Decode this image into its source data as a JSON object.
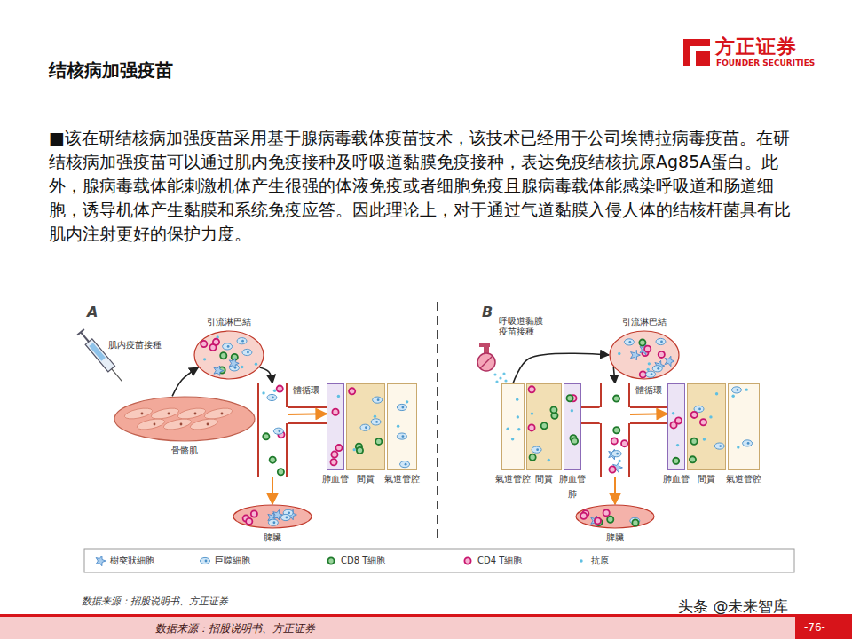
{
  "diagram": {
    "title": "结核病加强疫苗",
    "nodes": [
      {
        "text": [
          "引流淋巴結"
        ]
      },
      {
        "text": [
          "骨骼肌"
        ]
      },
      {
        "text": [
          "體循環"
        ]
      },
      {
        "text": [
          "肺血管"
        ]
      },
      {
        "text": [
          "間質"
        ]
      },
      {
        "text": [
          "氣道管腔"
        ]
      },
      {
        "text": [
          "脾臟"
        ]
      },
      {
        "text": [
          "引流淋巴結"
        ]
      },
      {
        "text": [
          "氣道管腔"
        ]
      },
      {
        "text": [
          "間質"
        ]
      },
      {
        "text": [
          "肺血管"
        ]
      },
      {
        "text": [
          "體循環"
        ]
      },
      {
        "text": [
          "肺血管"
        ]
      },
      {
        "text": [
          "間質"
        ]
      },
      {
        "text": [
          "氣道管腔"
        ]
      },
      {
        "text": [
          "脾臟"
        ]
      }
    ],
    "edges": [
      {
        "from": 1,
        "to": 0,
        "arrow": "to"
      },
      {
        "from": 0,
        "to": 2,
        "arrow": "to"
      },
      {
        "from": 2,
        "to": 3,
        "arrow": "to"
      },
      {
        "from": 2,
        "to": 6,
        "arrow": "to"
      },
      {
        "from": 8,
        "to": 7,
        "arrow": "to"
      },
      {
        "from": 7,
        "to": 11,
        "arrow": "to"
      },
      {
        "from": 11,
        "to": 12,
        "arrow": "to"
      },
      {
        "from": 11,
        "to": 15,
        "arrow": "to"
      }
    ],
    "labels": [
      "方正证券",
      "FOUNDER SECURITIES",
      "■该在研结核病加强疫苗采用基于腺病毒载体疫苗技术，该技术已经用于公司埃博拉病毒疫苗。在研结核病加强疫苗可以通过肌内免疫接种及呼吸道黏膜免疫接种，表达免疫结核抗原Ag85A蛋白。此外，腺病毒载体能刺激机体产生很强的体液免疫或者细胞免疫且腺病毒载体能感染呼吸道和肠道细胞，诱导机体产生黏膜和系统免疫应答。因此理论上，对于通过气道黏膜入侵人体的结核杆菌具有比肌内注射更好的保护力度。",
      "A",
      "肌内疫苗接種",
      "B",
      "呼吸道黏膜疫苗接種",
      "肺",
      "数据来源：招股说明书、方正证券",
      "数据来源：招股说明书、方正证券",
      "头条 @未来智库",
      "-76-"
    ],
    "legend": [
      {
        "text": "樹突狀細胞"
      },
      {
        "text": "巨噬細胞"
      },
      {
        "text": "CD8 T細胞"
      },
      {
        "text": "CD4 T細胞"
      },
      {
        "text": "抗原"
      }
    ]
  }
}
